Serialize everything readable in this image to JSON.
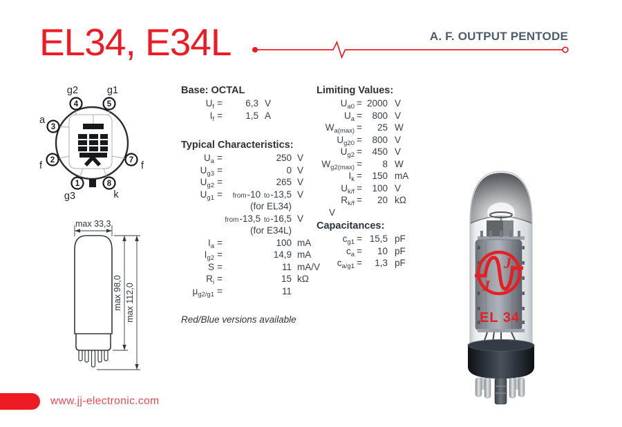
{
  "page": {
    "title": "EL34, E34L",
    "subtitle": "A. F. OUTPUT PENTODE",
    "footer_url": "www.jj-electronic.com",
    "note_italic": "Red/Blue versions available"
  },
  "colors": {
    "red": "#ed1c24",
    "text": "#363d47",
    "heading": "#2d3239",
    "subtitle_gray": "#4e5b6a"
  },
  "pinout": {
    "pins": [
      {
        "num": "4",
        "label": "g2"
      },
      {
        "num": "5",
        "label": "g1"
      },
      {
        "num": "3",
        "label": "a"
      },
      {
        "num": "2",
        "label": "f"
      },
      {
        "num": "7",
        "label": "f"
      },
      {
        "num": "1",
        "label": "g3"
      },
      {
        "num": "8",
        "label": "k"
      }
    ]
  },
  "drawing": {
    "dim_width": "max 33,3",
    "dim_height_glass": "max 98,0",
    "dim_height_total": "max 112,0"
  },
  "sections": {
    "base": {
      "heading": "Base: OCTAL",
      "rows": [
        {
          "b": "U",
          "s": "f",
          "v": "6,3",
          "u": "V"
        },
        {
          "b": "I",
          "s": "f",
          "v": "1,5",
          "u": "A"
        }
      ]
    },
    "typical": {
      "heading": "Typical Characteristics:",
      "rows": [
        {
          "b": "U",
          "s": "a",
          "v": "250",
          "u": "V"
        },
        {
          "b": "U",
          "s": "g3",
          "v": "0",
          "u": "V"
        },
        {
          "b": "U",
          "s": "g2",
          "v": "265",
          "u": "V"
        },
        {
          "b": "U",
          "s": "g1",
          "w1": "from",
          "v1": "-10",
          "w2": "to",
          "v2": "-13,5",
          "u": "V"
        },
        {
          "note": "(for EL34)"
        },
        {
          "w1": "from",
          "v1": "-13,5",
          "w2": "to",
          "v2": "-16,5",
          "u": "V"
        },
        {
          "note": "(for E34L)"
        },
        {
          "b": "I",
          "s": "a",
          "v": "100",
          "u": "mA"
        },
        {
          "b": "I",
          "s": "g2",
          "v": "14,9",
          "u": "mA"
        },
        {
          "b": "S",
          "s": "",
          "v": "11",
          "u": "mA/V"
        },
        {
          "b": "R",
          "s": "i",
          "v": "15",
          "u": "kΩ"
        },
        {
          "b": "μ",
          "s": "g2/g1",
          "v": "11",
          "u": ""
        }
      ]
    },
    "limiting": {
      "heading": "Limiting Values:",
      "rows": [
        {
          "b": "U",
          "s": "a0",
          "v": "2000",
          "u": "V"
        },
        {
          "b": "U",
          "s": "a",
          "v": "800",
          "u": "V"
        },
        {
          "b": "W",
          "s": "a(max)",
          "v": "25",
          "u": "W"
        },
        {
          "b": "U",
          "s": "g20",
          "v": "800",
          "u": "V"
        },
        {
          "b": "U",
          "s": "g2",
          "v": "450",
          "u": "V"
        },
        {
          "b": "W",
          "s": "g2(max)",
          "v": "8",
          "u": "W"
        },
        {
          "b": "I",
          "s": "k",
          "v": "150",
          "u": "mA"
        },
        {
          "b": "U",
          "s": "k/f",
          "v": "100",
          "u": "V"
        },
        {
          "b": "R",
          "s": "k/f",
          "v": "20",
          "u": "kΩ"
        },
        {
          "solo": "V"
        }
      ]
    },
    "capacitances": {
      "heading": "Capacitances:",
      "rows": [
        {
          "b": "c",
          "s": "g1",
          "v": "15,5",
          "u": "pF"
        },
        {
          "b": "c",
          "s": "a",
          "v": "10",
          "u": "pF"
        },
        {
          "b": "c",
          "s": "a/g1",
          "v": "1,3",
          "u": "pF"
        }
      ]
    }
  },
  "tube_photo": {
    "label": "EL 34",
    "logo_letters": [
      "J",
      "J"
    ]
  }
}
